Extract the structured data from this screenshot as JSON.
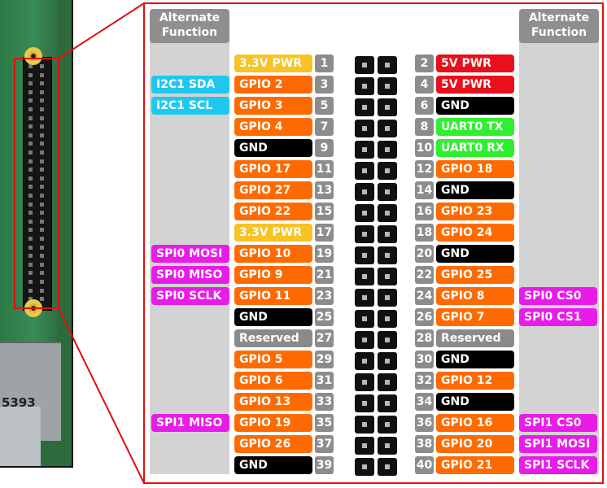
{
  "header": {
    "left": "Alternate\nFunction",
    "right": "Alternate\nFunction"
  },
  "colors": {
    "power33": "#f7c325",
    "power5": "#e8101a",
    "gpio": "#ff6a00",
    "gnd": "#000000",
    "uart": "#30ee30",
    "reserved": "#8a8a8a",
    "alt_i2c": "#1fc8f0",
    "alt_spi": "#e81ce8",
    "frame": "#e01010"
  },
  "board": {
    "chip_text": "5393"
  },
  "rows": [
    {
      "left_alt": "",
      "left_label": "3.3V PWR",
      "left_pin": "1",
      "left_type": "power33",
      "right_pin": "2",
      "right_label": "5V PWR",
      "right_type": "power5",
      "right_alt": ""
    },
    {
      "left_alt": "I2C1 SDA",
      "left_alt_type": "alt_i2c",
      "left_label": "GPIO 2",
      "left_pin": "3",
      "left_type": "gpio",
      "right_pin": "4",
      "right_label": "5V PWR",
      "right_type": "power5",
      "right_alt": ""
    },
    {
      "left_alt": "I2C1 SCL",
      "left_alt_type": "alt_i2c",
      "left_label": "GPIO 3",
      "left_pin": "5",
      "left_type": "gpio",
      "right_pin": "6",
      "right_label": "GND",
      "right_type": "gnd",
      "right_alt": ""
    },
    {
      "left_alt": "",
      "left_label": "GPIO 4",
      "left_pin": "7",
      "left_type": "gpio",
      "right_pin": "8",
      "right_label": "UART0 TX",
      "right_type": "uart",
      "right_alt": ""
    },
    {
      "left_alt": "",
      "left_label": "GND",
      "left_pin": "9",
      "left_type": "gnd",
      "right_pin": "10",
      "right_label": "UART0 RX",
      "right_type": "uart",
      "right_alt": ""
    },
    {
      "left_alt": "",
      "left_label": "GPIO 17",
      "left_pin": "11",
      "left_type": "gpio",
      "right_pin": "12",
      "right_label": "GPIO 18",
      "right_type": "gpio",
      "right_alt": ""
    },
    {
      "left_alt": "",
      "left_label": "GPIO 27",
      "left_pin": "13",
      "left_type": "gpio",
      "right_pin": "14",
      "right_label": "GND",
      "right_type": "gnd",
      "right_alt": ""
    },
    {
      "left_alt": "",
      "left_label": "GPIO 22",
      "left_pin": "15",
      "left_type": "gpio",
      "right_pin": "16",
      "right_label": "GPIO 23",
      "right_type": "gpio",
      "right_alt": ""
    },
    {
      "left_alt": "",
      "left_label": "3.3V PWR",
      "left_pin": "17",
      "left_type": "power33",
      "right_pin": "18",
      "right_label": "GPIO 24",
      "right_type": "gpio",
      "right_alt": ""
    },
    {
      "left_alt": "SPI0 MOSI",
      "left_alt_type": "alt_spi",
      "left_label": "GPIO 10",
      "left_pin": "19",
      "left_type": "gpio",
      "right_pin": "20",
      "right_label": "GND",
      "right_type": "gnd",
      "right_alt": ""
    },
    {
      "left_alt": "SPI0 MISO",
      "left_alt_type": "alt_spi",
      "left_label": "GPIO 9",
      "left_pin": "21",
      "left_type": "gpio",
      "right_pin": "22",
      "right_label": "GPIO 25",
      "right_type": "gpio",
      "right_alt": ""
    },
    {
      "left_alt": "SPI0 SCLK",
      "left_alt_type": "alt_spi",
      "left_label": "GPIO 11",
      "left_pin": "23",
      "left_type": "gpio",
      "right_pin": "24",
      "right_label": "GPIO 8",
      "right_type": "gpio",
      "right_alt": "SPI0 CS0",
      "right_alt_type": "alt_spi"
    },
    {
      "left_alt": "",
      "left_label": "GND",
      "left_pin": "25",
      "left_type": "gnd",
      "right_pin": "26",
      "right_label": "GPIO 7",
      "right_type": "gpio",
      "right_alt": "SPI0 CS1",
      "right_alt_type": "alt_spi"
    },
    {
      "left_alt": "",
      "left_label": "Reserved",
      "left_pin": "27",
      "left_type": "reserved",
      "right_pin": "28",
      "right_label": "Reserved",
      "right_type": "reserved",
      "right_alt": ""
    },
    {
      "left_alt": "",
      "left_label": "GPIO 5",
      "left_pin": "29",
      "left_type": "gpio",
      "right_pin": "30",
      "right_label": "GND",
      "right_type": "gnd",
      "right_alt": ""
    },
    {
      "left_alt": "",
      "left_label": "GPIO 6",
      "left_pin": "31",
      "left_type": "gpio",
      "right_pin": "32",
      "right_label": "GPIO 12",
      "right_type": "gpio",
      "right_alt": ""
    },
    {
      "left_alt": "",
      "left_label": "GPIO 13",
      "left_pin": "33",
      "left_type": "gpio",
      "right_pin": "34",
      "right_label": "GND",
      "right_type": "gnd",
      "right_alt": ""
    },
    {
      "left_alt": "SPI1 MISO",
      "left_alt_type": "alt_spi",
      "left_label": "GPIO 19",
      "left_pin": "35",
      "left_type": "gpio",
      "right_pin": "36",
      "right_label": "GPIO 16",
      "right_type": "gpio",
      "right_alt": "SPI1 CS0",
      "right_alt_type": "alt_spi"
    },
    {
      "left_alt": "",
      "left_label": "GPIO 26",
      "left_pin": "37",
      "left_type": "gpio",
      "right_pin": "38",
      "right_label": "GPIO 20",
      "right_type": "gpio",
      "right_alt": "SPI1 MOSI",
      "right_alt_type": "alt_spi"
    },
    {
      "left_alt": "",
      "left_label": "GND",
      "left_pin": "39",
      "left_type": "gnd",
      "right_pin": "40",
      "right_label": "GPIO 21",
      "right_type": "gpio",
      "right_alt": "SPI1 SCLK",
      "right_alt_type": "alt_spi"
    }
  ]
}
